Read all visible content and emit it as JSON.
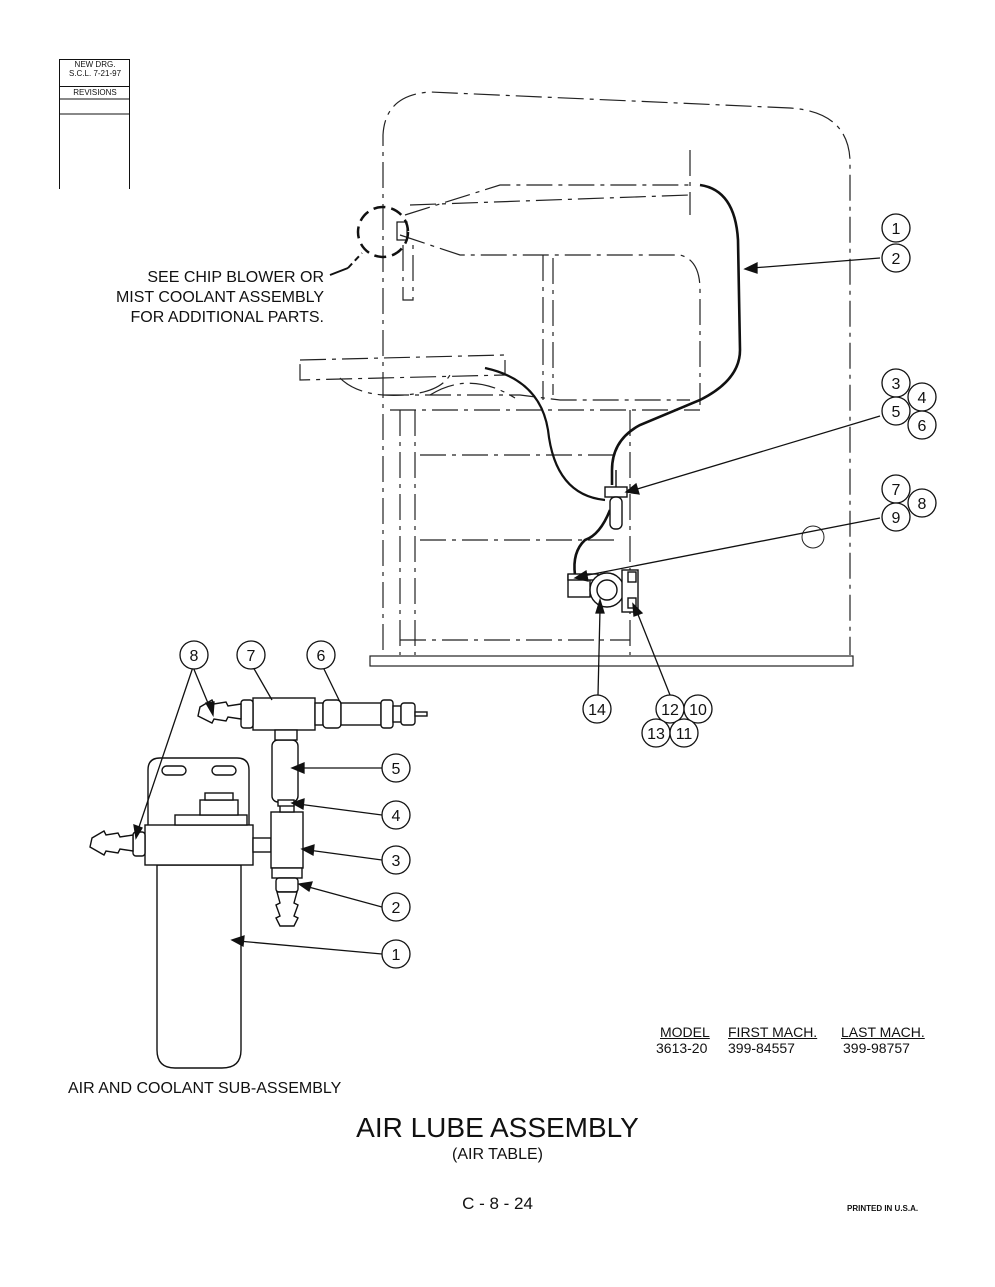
{
  "revision_box": {
    "line1": "NEW DRG.",
    "line2": "S.C.L.  7-21-97",
    "line3": "REVISIONS"
  },
  "note": {
    "line1": "SEE CHIP BLOWER OR",
    "line2": "MIST COOLANT ASSEMBLY",
    "line3": "FOR ADDITIONAL PARTS."
  },
  "main_callouts": [
    "1",
    "2",
    "3",
    "4",
    "5",
    "6",
    "7",
    "8",
    "9",
    "14",
    "12",
    "10",
    "13",
    "11"
  ],
  "sub_callouts": [
    "8",
    "7",
    "6",
    "5",
    "4",
    "3",
    "2",
    "1"
  ],
  "model_table": {
    "headers": [
      "MODEL",
      "FIRST MACH.",
      "LAST MACH."
    ],
    "rows": [
      [
        "3613-20",
        "399-84557",
        "399-98757"
      ]
    ]
  },
  "subassembly_label": "AIR AND COOLANT SUB-ASSEMBLY",
  "title": "AIR LUBE ASSEMBLY",
  "subtitle": "(AIR TABLE)",
  "page_number": "C - 8 - 24",
  "printed": "PRINTED IN U.S.A."
}
